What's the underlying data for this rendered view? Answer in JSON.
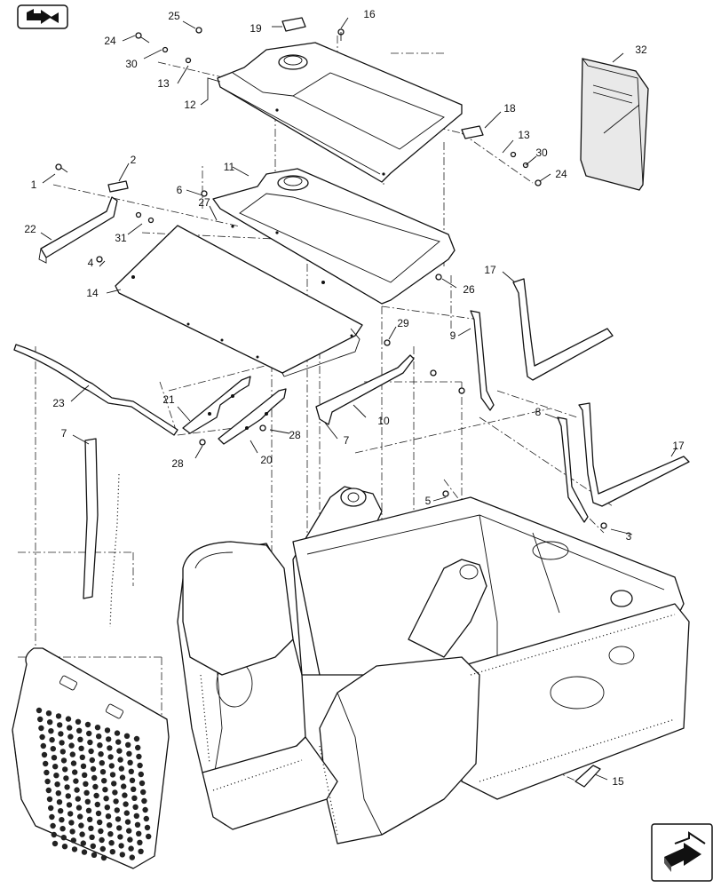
{
  "callouts": [
    {
      "id": "c1",
      "text": "1"
    },
    {
      "id": "c2",
      "text": "2"
    },
    {
      "id": "c3",
      "text": "3"
    },
    {
      "id": "c4",
      "text": "4"
    },
    {
      "id": "c5",
      "text": "5"
    },
    {
      "id": "c6",
      "text": "6"
    },
    {
      "id": "c7a",
      "text": "7"
    },
    {
      "id": "c7b",
      "text": "7"
    },
    {
      "id": "c8",
      "text": "8"
    },
    {
      "id": "c9",
      "text": "9"
    },
    {
      "id": "c10",
      "text": "10"
    },
    {
      "id": "c11",
      "text": "11"
    },
    {
      "id": "c12",
      "text": "12"
    },
    {
      "id": "c13a",
      "text": "13"
    },
    {
      "id": "c13b",
      "text": "13"
    },
    {
      "id": "c14",
      "text": "14"
    },
    {
      "id": "c15",
      "text": "15"
    },
    {
      "id": "c16",
      "text": "16"
    },
    {
      "id": "c17a",
      "text": "17"
    },
    {
      "id": "c17b",
      "text": "17"
    },
    {
      "id": "c18",
      "text": "18"
    },
    {
      "id": "c19",
      "text": "19"
    },
    {
      "id": "c20",
      "text": "20"
    },
    {
      "id": "c21",
      "text": "21"
    },
    {
      "id": "c22",
      "text": "22"
    },
    {
      "id": "c23",
      "text": "23"
    },
    {
      "id": "c24a",
      "text": "24"
    },
    {
      "id": "c24b",
      "text": "24"
    },
    {
      "id": "c25",
      "text": "25"
    },
    {
      "id": "c26",
      "text": "26"
    },
    {
      "id": "c27",
      "text": "27"
    },
    {
      "id": "c28a",
      "text": "28"
    },
    {
      "id": "c28b",
      "text": "28"
    },
    {
      "id": "c29",
      "text": "29"
    },
    {
      "id": "c30a",
      "text": "30"
    },
    {
      "id": "c30b",
      "text": "30"
    },
    {
      "id": "c31",
      "text": "31"
    },
    {
      "id": "c32",
      "text": "32"
    }
  ],
  "icons": {
    "top_left": "previous-page-arrow-icon",
    "bottom_right": "next-page-arrow-icon"
  }
}
